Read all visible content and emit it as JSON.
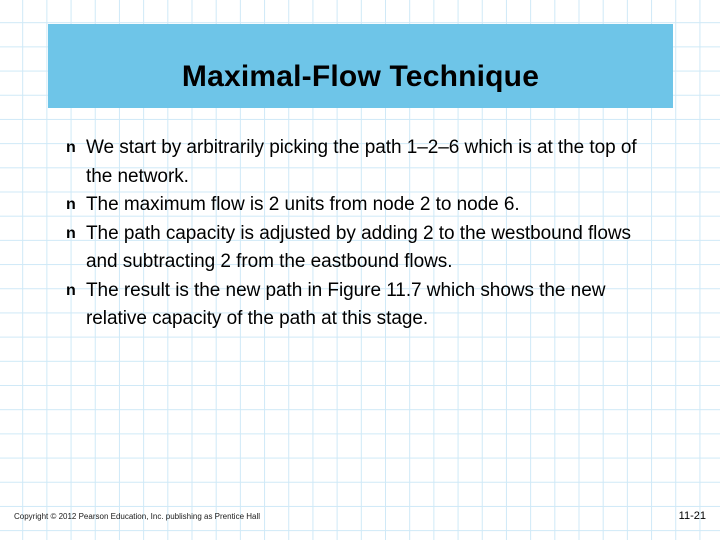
{
  "slide": {
    "title": "Maximal-Flow Technique",
    "title_bar_color": "#6ec5e8",
    "background_grid_color": "#cfe9f7",
    "bullet_marker": "n",
    "bullets": [
      "We start by arbitrarily picking the path 1–2–6 which is at the top of the network.",
      "The maximum flow is 2 units from node 2 to node 6.",
      "The path capacity is adjusted by adding 2 to the westbound flows and subtracting 2 from the eastbound flows.",
      "The result is the new path in Figure 11.7 which shows the new relative capacity of the path at this stage."
    ],
    "footer": {
      "copyright": "Copyright © 2012 Pearson Education, Inc. publishing as Prentice Hall",
      "page_number": "11-21"
    }
  }
}
